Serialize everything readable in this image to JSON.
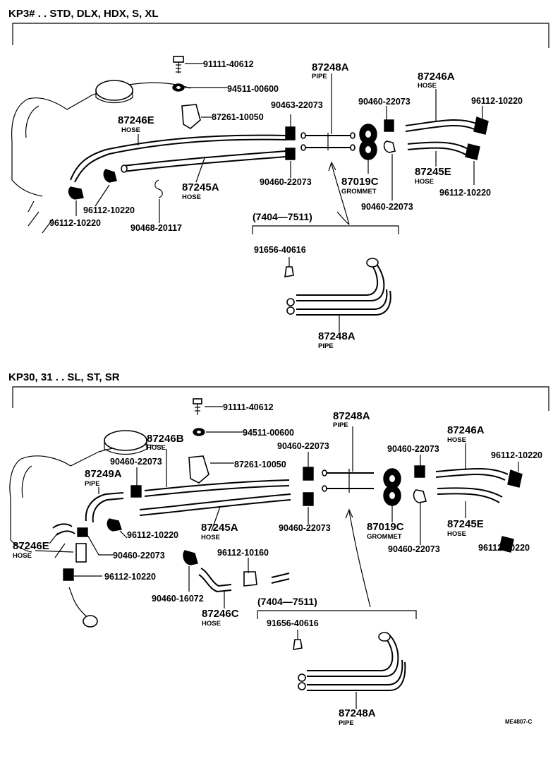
{
  "sections": [
    {
      "header": "KP3# . . STD, DLX, HDX, S, XL",
      "range": "(7404—7511)",
      "parts": [
        {
          "number": "91111-40612",
          "desc": ""
        },
        {
          "number": "94511-00600",
          "desc": ""
        },
        {
          "number": "87261-10050",
          "desc": ""
        },
        {
          "number": "87246E",
          "desc": "HOSE"
        },
        {
          "number": "87245A",
          "desc": "HOSE"
        },
        {
          "number": "96112-10220",
          "desc": ""
        },
        {
          "number": "96112-10220",
          "desc": ""
        },
        {
          "number": "90468-20117",
          "desc": ""
        },
        {
          "number": "90463-22073",
          "desc": ""
        },
        {
          "number": "90460-22073",
          "desc": ""
        },
        {
          "number": "87248A",
          "desc": "PIPE"
        },
        {
          "number": "87019C",
          "desc": "GROMMET"
        },
        {
          "number": "90460-22073",
          "desc": ""
        },
        {
          "number": "90460-22073",
          "desc": ""
        },
        {
          "number": "87246A",
          "desc": "HOSE"
        },
        {
          "number": "96112-10220",
          "desc": ""
        },
        {
          "number": "87245E",
          "desc": "HOSE"
        },
        {
          "number": "96112-10220",
          "desc": ""
        },
        {
          "number": "91656-40616",
          "desc": ""
        },
        {
          "number": "87248A",
          "desc": "PIPE"
        }
      ]
    },
    {
      "header": "KP30, 31 . . SL, ST, SR",
      "range": "(7404—7511)",
      "parts": [
        {
          "number": "91111-40612",
          "desc": ""
        },
        {
          "number": "94511-00600",
          "desc": ""
        },
        {
          "number": "87246B",
          "desc": "HOSE"
        },
        {
          "number": "90460-22073",
          "desc": ""
        },
        {
          "number": "87261-10050",
          "desc": ""
        },
        {
          "number": "87249A",
          "desc": "PIPE"
        },
        {
          "number": "87245A",
          "desc": "HOSE"
        },
        {
          "number": "96112-10220",
          "desc": ""
        },
        {
          "number": "87246E",
          "desc": "HOSE"
        },
        {
          "number": "90460-22073",
          "desc": ""
        },
        {
          "number": "96112-10220",
          "desc": ""
        },
        {
          "number": "96112-10160",
          "desc": ""
        },
        {
          "number": "90460-16072",
          "desc": ""
        },
        {
          "number": "87246C",
          "desc": "HOSE"
        },
        {
          "number": "90460-22073",
          "desc": ""
        },
        {
          "number": "90460-22073",
          "desc": ""
        },
        {
          "number": "87248A",
          "desc": "PIPE"
        },
        {
          "number": "87019C",
          "desc": "GROMMET"
        },
        {
          "number": "90460-22073",
          "desc": ""
        },
        {
          "number": "90460-22073",
          "desc": ""
        },
        {
          "number": "87246A",
          "desc": "HOSE"
        },
        {
          "number": "96112-10220",
          "desc": ""
        },
        {
          "number": "87245E",
          "desc": "HOSE"
        },
        {
          "number": "96112-10220",
          "desc": ""
        },
        {
          "number": "91656-40616",
          "desc": ""
        },
        {
          "number": "87248A",
          "desc": "PIPE"
        }
      ]
    }
  ],
  "figure_code": "ME4807-C"
}
